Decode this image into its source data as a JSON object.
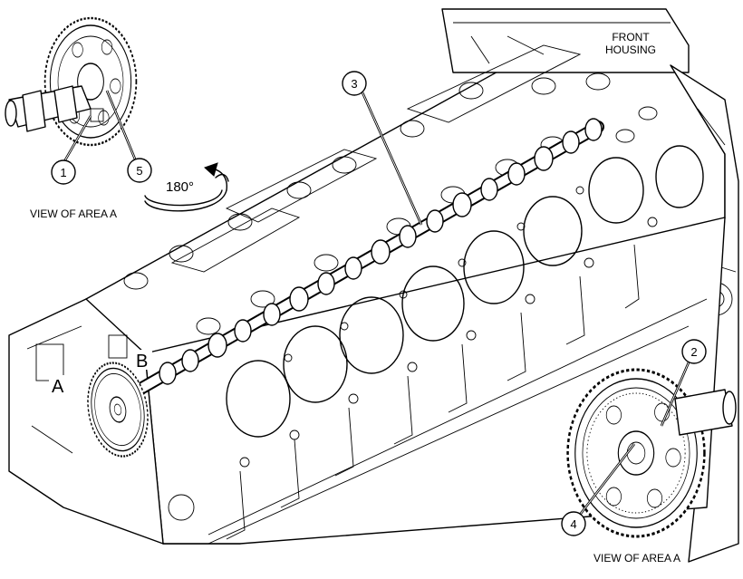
{
  "labels": {
    "front_housing_line1": "FRONT",
    "front_housing_line2": "HOUSING",
    "view_top": "VIEW OF AREA  A",
    "view_bottom": "VIEW OF AREA  A",
    "rotation": "180°",
    "area_a": "A",
    "area_b": "B"
  },
  "callouts": [
    "1",
    "2",
    "3",
    "4",
    "5"
  ]
}
